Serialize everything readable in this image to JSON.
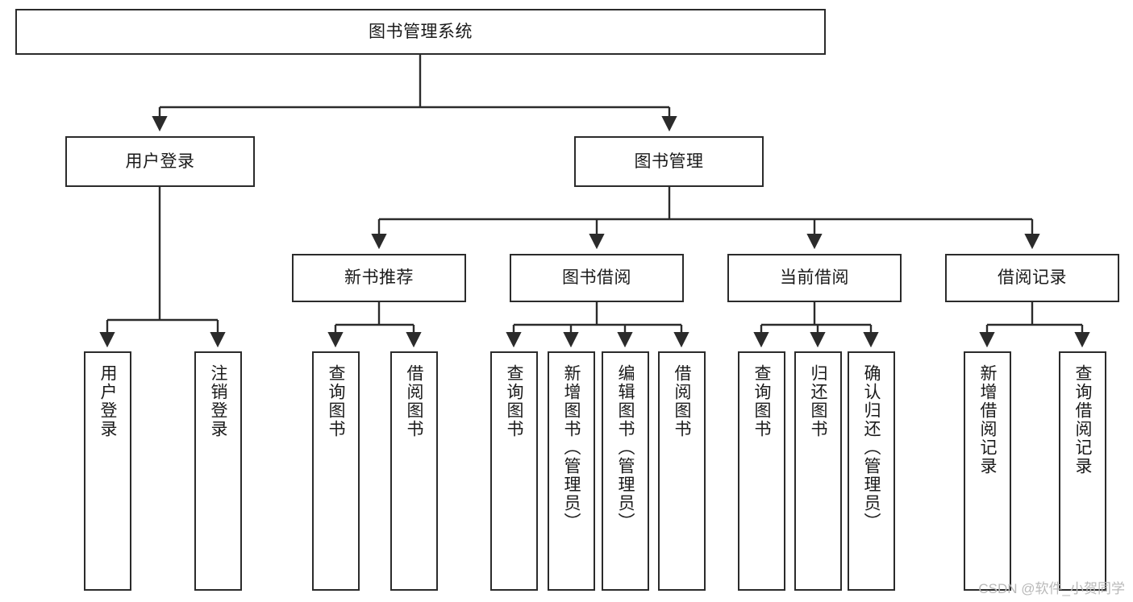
{
  "diagram": {
    "title": "图书管理系统",
    "watermark": "CSDN @软件_小贺同学",
    "root": {
      "id": "root",
      "label": "图书管理系统"
    },
    "level2": [
      {
        "id": "user-login",
        "label": "用户登录"
      },
      {
        "id": "book-manage",
        "label": "图书管理"
      }
    ],
    "level3": [
      {
        "id": "new-book-rec",
        "label": "新书推荐"
      },
      {
        "id": "book-borrow",
        "label": "图书借阅"
      },
      {
        "id": "current-borrow",
        "label": "当前借阅"
      },
      {
        "id": "borrow-record",
        "label": "借阅记录"
      }
    ],
    "leaves": [
      {
        "id": "leaf-user-login",
        "label": "用户登录",
        "parent": "user-login"
      },
      {
        "id": "leaf-logout",
        "label": "注销登录",
        "parent": "user-login"
      },
      {
        "id": "leaf-query-book-1",
        "label": "查询图书",
        "parent": "new-book-rec"
      },
      {
        "id": "leaf-borrow-book-1",
        "label": "借阅图书",
        "parent": "new-book-rec"
      },
      {
        "id": "leaf-query-book-2",
        "label": "查询图书",
        "parent": "book-borrow"
      },
      {
        "id": "leaf-add-book",
        "label": "新增图书（管理员）",
        "parent": "book-borrow"
      },
      {
        "id": "leaf-edit-book",
        "label": "编辑图书（管理员）",
        "parent": "book-borrow"
      },
      {
        "id": "leaf-borrow-book-2",
        "label": "借阅图书",
        "parent": "book-borrow"
      },
      {
        "id": "leaf-query-book-3",
        "label": "查询图书",
        "parent": "current-borrow"
      },
      {
        "id": "leaf-return-book",
        "label": "归还图书",
        "parent": "current-borrow"
      },
      {
        "id": "leaf-confirm-return",
        "label": "确认归还（管理员）",
        "parent": "current-borrow"
      },
      {
        "id": "leaf-add-record",
        "label": "新增借阅记录",
        "parent": "borrow-record"
      },
      {
        "id": "leaf-query-record",
        "label": "查询借阅记录",
        "parent": "borrow-record"
      }
    ],
    "colors": {
      "stroke": "#2b2b2b",
      "fill": "#ffffff",
      "text": "#1a1a1a",
      "watermark": "#b9b9b9"
    }
  }
}
